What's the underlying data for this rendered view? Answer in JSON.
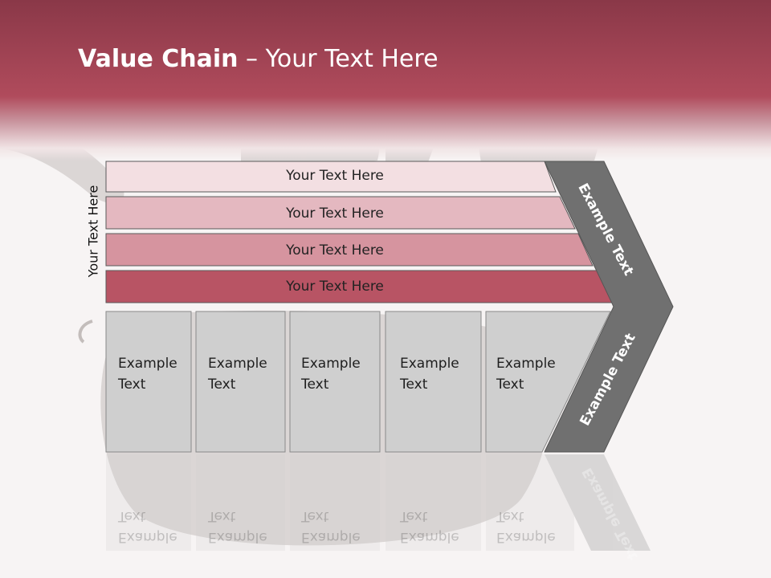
{
  "title": {
    "bold": "Value Chain",
    "rest": " – Your Text Here"
  },
  "side_label": "Your Text Here",
  "bars": [
    "Your Text Here",
    "Your Text Here",
    "Your Text Here",
    "Your Text Here"
  ],
  "cells": [
    {
      "line1": "Example",
      "line2": "Text"
    },
    {
      "line1": "Example",
      "line2": "Text"
    },
    {
      "line1": "Example",
      "line2": "Text"
    },
    {
      "line1": "Example",
      "line2": "Text"
    },
    {
      "line1": "Example",
      "line2": "Text"
    }
  ],
  "chevron": {
    "upper": "Example Text",
    "lower": "Example Text"
  },
  "colors": {
    "header": "#b04b5c",
    "bar1": "#f3dfe2",
    "bar2": "#e4b8c0",
    "bar3": "#d6949f",
    "bar4": "#b85464",
    "cell": "#cfcfcf",
    "chevron": "#707070"
  }
}
